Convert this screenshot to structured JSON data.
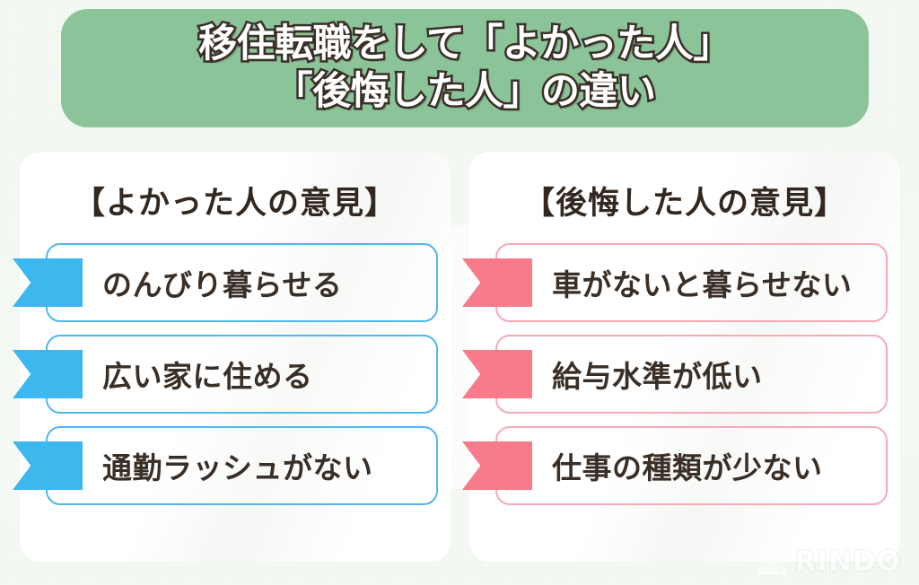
{
  "title": {
    "line1": "移住転職をして「よかった人」",
    "line2": "「後悔した人」の違い",
    "banner_color": "#8cc49a",
    "text_color": "#ffffff",
    "outline_color": "#3b3028"
  },
  "background": {
    "color": "#f2f8f1"
  },
  "columns": [
    {
      "id": "good",
      "header": "【よかった人の意見】",
      "accent_color": "#3cb8ef",
      "border_color": "#4fb6ee",
      "items": [
        {
          "label": "のんびり暮らせる"
        },
        {
          "label": "広い家に住める"
        },
        {
          "label": "通勤ラッシュがない"
        }
      ]
    },
    {
      "id": "regret",
      "header": "【後悔した人の意見】",
      "accent_color": "#f87b8c",
      "border_color": "#f7a9b6",
      "items": [
        {
          "label": "車がないと暮らせない"
        },
        {
          "label": "給与水準が低い"
        },
        {
          "label": "仕事の種類が少ない"
        }
      ]
    }
  ],
  "logo": {
    "text": "RINDO",
    "mark": "mountain-triangle-icon",
    "color": "#ffffff"
  }
}
